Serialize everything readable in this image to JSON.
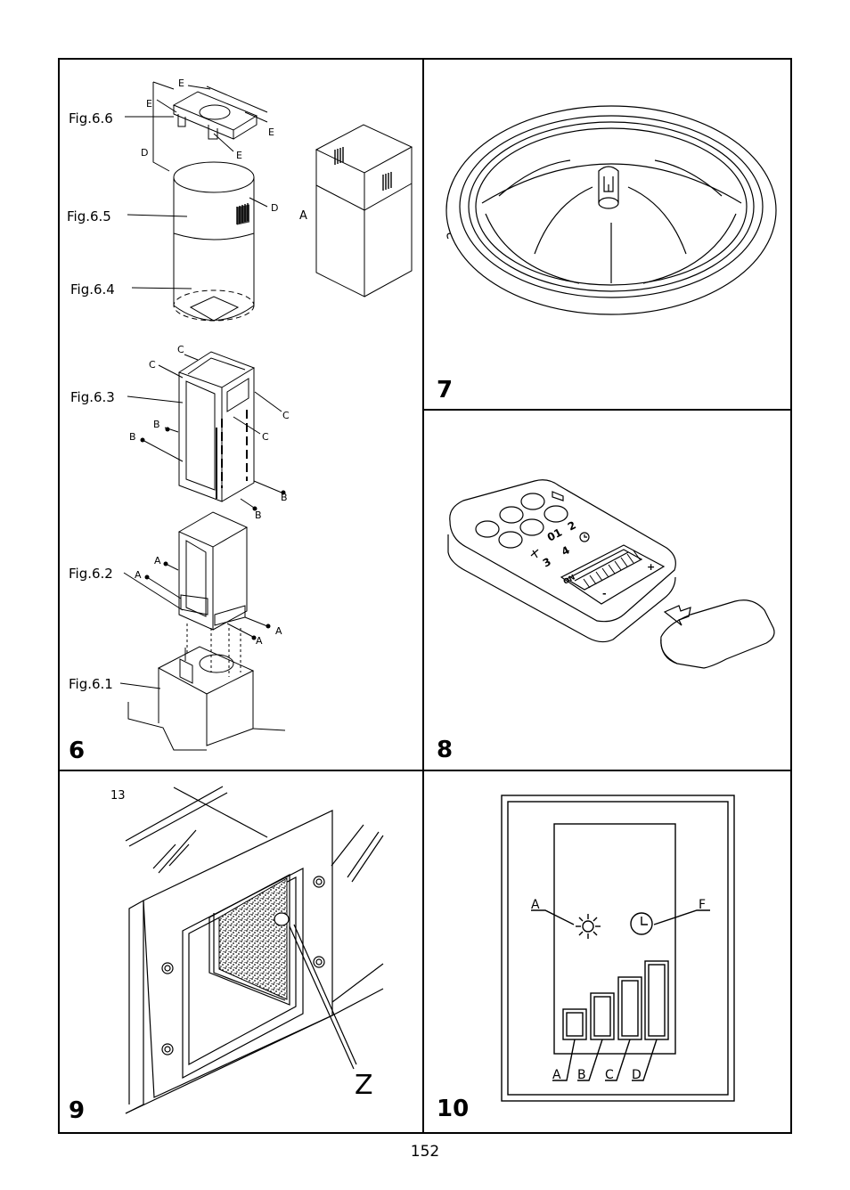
{
  "page_number": "152",
  "panels": {
    "p6": {
      "number": "6",
      "labels": {
        "fig66": "Fig.6.6",
        "fig65": "Fig.6.5",
        "fig64": "Fig.6.4",
        "fig63": "Fig.6.3",
        "fig62": "Fig.6.2",
        "fig61": "Fig.6.1",
        "E": "E",
        "D": "D",
        "A": "A",
        "C": "C",
        "B": "B"
      }
    },
    "p7": {
      "number": "7"
    },
    "p8": {
      "number": "8",
      "keys": {
        "k01": "01",
        "k2": "2",
        "k3": "3",
        "k4": "4",
        "on": "ON",
        "minus": "-",
        "plus": "+"
      }
    },
    "p9": {
      "number": "9",
      "labels": {
        "n13": "13",
        "Z": "Z"
      }
    },
    "p10": {
      "number": "10",
      "labels": {
        "A": "A",
        "F": "F",
        "bA": "A",
        "bB": "B",
        "bC": "C",
        "bD": "D"
      }
    }
  }
}
